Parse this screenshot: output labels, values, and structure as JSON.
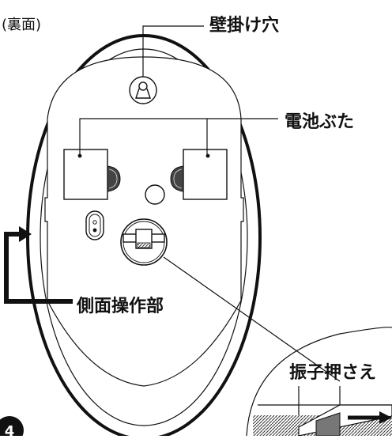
{
  "view_label": "(裏面)",
  "labels": {
    "wall_hook": "壁掛け穴",
    "battery_cover": "電池ぶた",
    "side_control": "側面操作部",
    "pendulum_holder": "振子押さえ"
  },
  "step_number": "4"
}
